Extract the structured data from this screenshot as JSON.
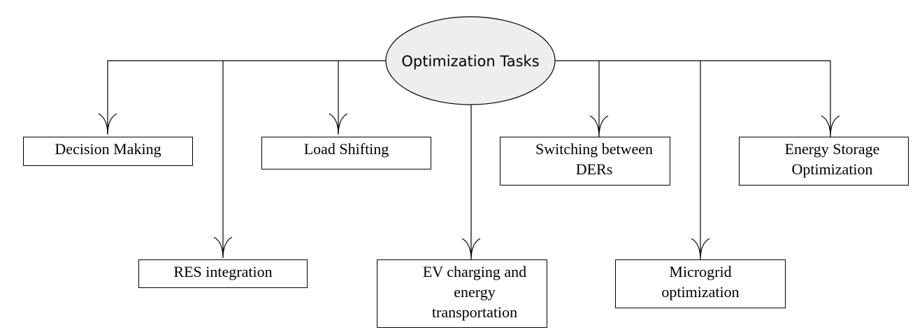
{
  "root": {
    "label": "Optimization Tasks",
    "fill": "#eeeeee"
  },
  "tasks": [
    {
      "id": "decision-making",
      "label": "Decision Making"
    },
    {
      "id": "res-integration",
      "label": "RES integration"
    },
    {
      "id": "load-shifting",
      "label": "Load Shifting"
    },
    {
      "id": "ev-charging",
      "label": "EV charging and energy transportation"
    },
    {
      "id": "switching-ders",
      "label": "Switching between DERs"
    },
    {
      "id": "microgrid",
      "label": "Microgrid optimization"
    },
    {
      "id": "energy-storage",
      "label": "Energy Storage Optimization"
    }
  ]
}
